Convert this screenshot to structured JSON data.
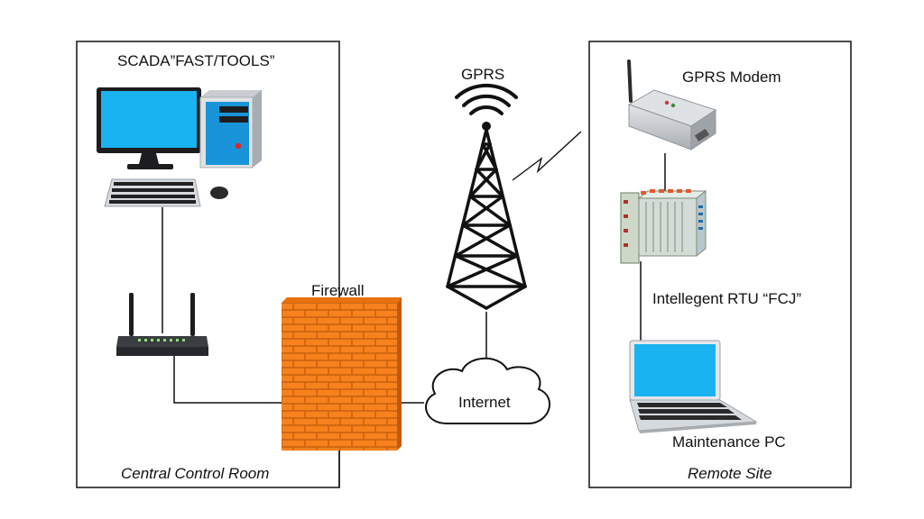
{
  "labels": {
    "scada": "SCADA”FAST/TOOLS”",
    "gprs": "GPRS",
    "gprs_modem": "GPRS Modem",
    "firewall": "Firewall",
    "internet": "Internet",
    "rtu": "Intellegent RTU “FCJ”",
    "maintenance_pc": "Maintenance PC",
    "central_room": "Central Control Room",
    "remote_site": "Remote Site"
  },
  "colors": {
    "screen": "#19b3f2",
    "firewall_brick": "#f7811c",
    "mortar": "#c75f0d",
    "line": "#111111"
  }
}
